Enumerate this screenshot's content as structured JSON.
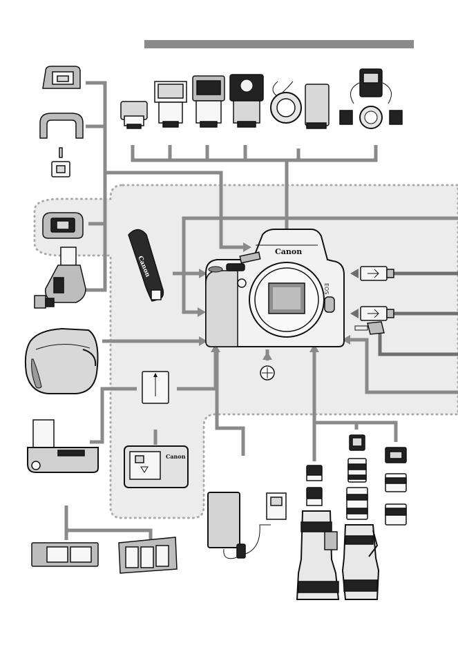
{
  "brand": {
    "camera_logo": "Canon",
    "camera_model_mark": "EOS",
    "strap_logo": "Canon",
    "charger_logo": "Canon"
  },
  "colors": {
    "connector_line": "#8a8a8a",
    "cable_line": "#6f6f6f",
    "system_zone_fill": "#ececec",
    "title_bar": "#8a8a8a"
  },
  "icons": [
    "eyecup-icon",
    "eyepiece-adapter-icon",
    "eyepiece-extender-icon",
    "angle-finder-icon",
    "speedlite-icon",
    "macro-ring-lite-icon",
    "macro-twin-lite-icon",
    "camera-body-icon",
    "neck-strap-icon",
    "semi-hard-case-icon",
    "battery-pack-icon",
    "battery-charger-icon",
    "battery-grip-icon",
    "battery-magazine-icon",
    "ac-adapter-icon",
    "usb-cable-icon",
    "video-cable-icon",
    "remote-plug-icon",
    "lens-icon",
    "extender-icon",
    "tripod-socket-icon"
  ]
}
